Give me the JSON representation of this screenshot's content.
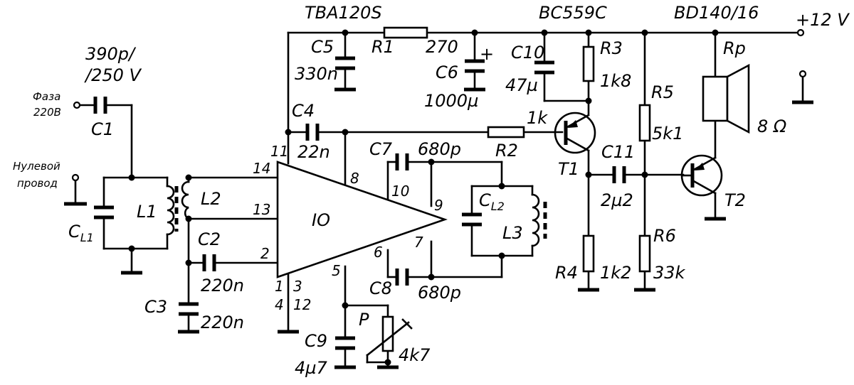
{
  "ic": {
    "type": "TBA120S",
    "name": "IO",
    "pins": {
      "p1": "1",
      "p2": "2",
      "p3": "3",
      "p4": "4",
      "p5": "5",
      "p6": "6",
      "p7": "7",
      "p8": "8",
      "p9": "9",
      "p10": "10",
      "p11": "11",
      "p12": "12",
      "p13": "13",
      "p14": "14"
    }
  },
  "supply": {
    "label": "+12 V"
  },
  "inputs": {
    "phase_1": "Фаза",
    "phase_2": "220В",
    "neutral_1": "Нулевой",
    "neutral_2": "провод"
  },
  "transistors": {
    "t1": {
      "ref": "T1",
      "type": "BC559C"
    },
    "t2": {
      "ref": "T2",
      "type": "BD140/16"
    }
  },
  "speaker": {
    "ref": "Rp",
    "value": "8 Ω"
  },
  "capacitors": {
    "c1": {
      "ref": "C1",
      "value_1": "390p/",
      "value_2": "/250 V"
    },
    "c2": {
      "ref": "C2",
      "value": "220n"
    },
    "c3": {
      "ref": "C3",
      "value": "220n"
    },
    "c4": {
      "ref": "C4",
      "value": "22n"
    },
    "c5": {
      "ref": "C5",
      "value": "330n"
    },
    "c6": {
      "ref": "C6",
      "value": "1000µ",
      "polarity": "+"
    },
    "c7": {
      "ref": "C7",
      "value": "680p"
    },
    "c8": {
      "ref": "C8",
      "value": "680p"
    },
    "c9": {
      "ref": "C9",
      "value": "4µ7"
    },
    "c10": {
      "ref": "C10",
      "value": "47µ"
    },
    "c11": {
      "ref": "C11",
      "value": "2µ2"
    },
    "cl1": {
      "ref": "C",
      "sub": "L1"
    },
    "cl2": {
      "ref": "C",
      "sub": "L2"
    }
  },
  "resistors": {
    "r1": {
      "ref": "R1",
      "value": "270"
    },
    "r2": {
      "ref": "R2",
      "value": "1k"
    },
    "r3": {
      "ref": "R3",
      "value": "1k8"
    },
    "r4": {
      "ref": "R4",
      "value": "1k2"
    },
    "r5": {
      "ref": "R5",
      "value": "5k1"
    },
    "r6": {
      "ref": "R6",
      "value": "33k"
    },
    "p": {
      "ref": "P",
      "value": "4k7"
    }
  },
  "inductors": {
    "l1": "L1",
    "l2": "L2",
    "l3": "L3"
  }
}
